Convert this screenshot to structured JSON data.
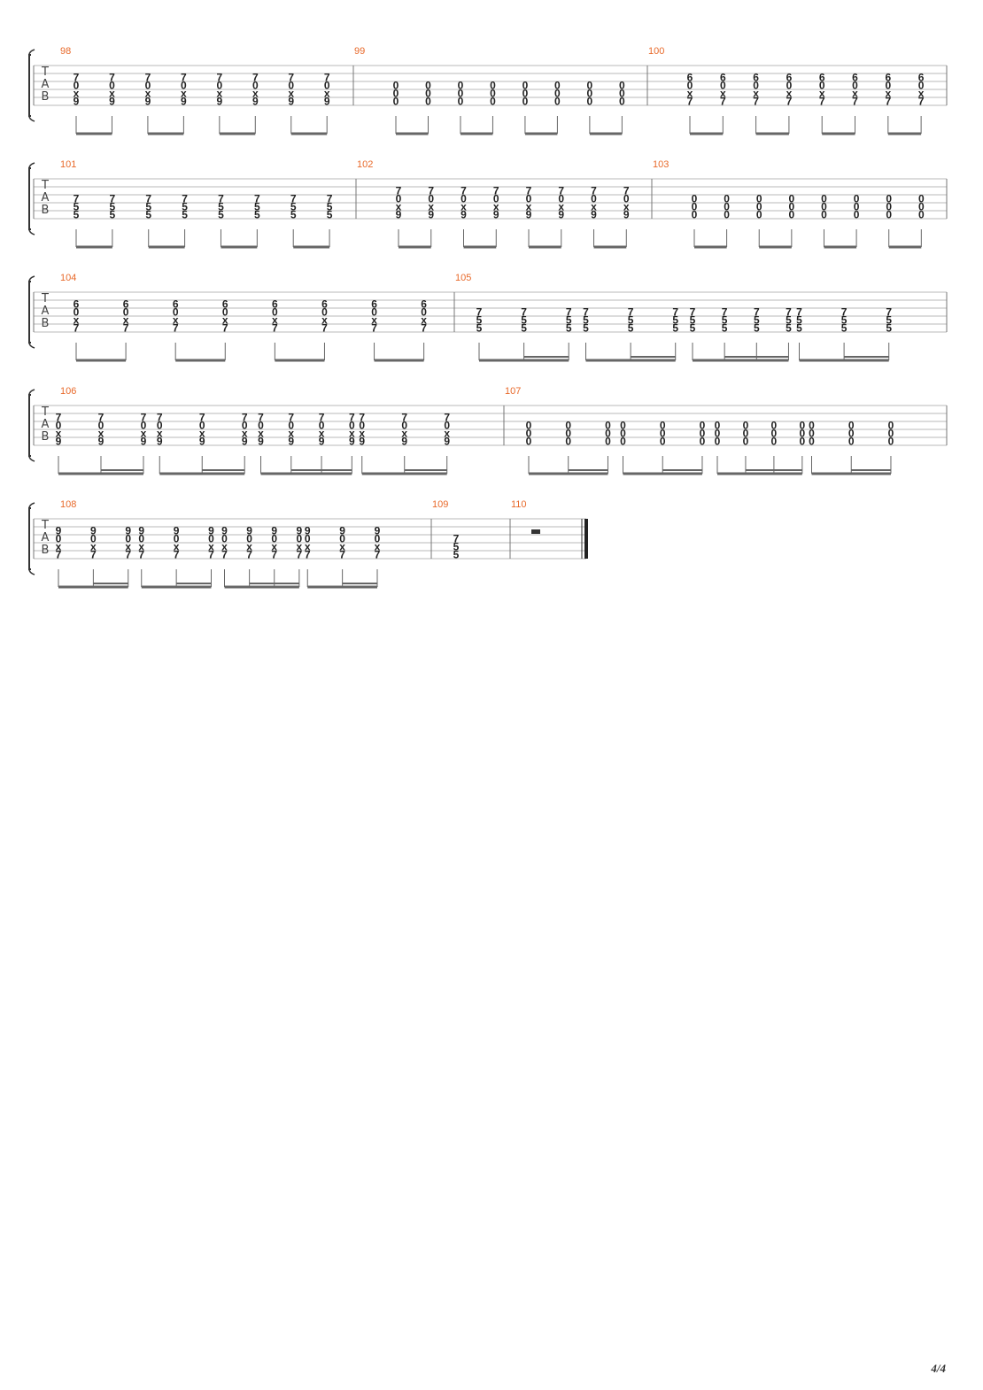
{
  "tab_clef": [
    "T",
    "A",
    "B"
  ],
  "page_number": "4/4",
  "colors": {
    "measure_number": "#e8692a",
    "staff_line": "#b8b8b8",
    "barline": "#777777",
    "beam": "#666666"
  },
  "systems": [
    {
      "measures": [
        {
          "number": "98",
          "pattern": "q",
          "chord": [
            "7",
            "0",
            "x",
            "9"
          ],
          "count": 8
        },
        {
          "number": "99",
          "pattern": "q",
          "chord": [
            "0",
            "0",
            "0"
          ],
          "count": 8
        },
        {
          "number": "100",
          "pattern": "q",
          "chord": [
            "6",
            "0",
            "x",
            "7"
          ],
          "count": 8
        }
      ]
    },
    {
      "measures": [
        {
          "number": "101",
          "pattern": "q",
          "chord": [
            "7",
            "5",
            "5"
          ],
          "count": 8
        },
        {
          "number": "102",
          "pattern": "q",
          "chord": [
            "7",
            "0",
            "x",
            "9"
          ],
          "count": 8
        },
        {
          "number": "103",
          "pattern": "q",
          "chord": [
            "0",
            "0",
            "0"
          ],
          "count": 8
        }
      ]
    },
    {
      "measures": [
        {
          "number": "104",
          "pattern": "q",
          "chord": [
            "6",
            "0",
            "x",
            "7"
          ],
          "count": 8
        },
        {
          "number": "105",
          "pattern": "s",
          "chord": [
            "7",
            "5",
            "5"
          ],
          "count": 14
        }
      ]
    },
    {
      "measures": [
        {
          "number": "106",
          "pattern": "s",
          "chord": [
            "7",
            "0",
            "x",
            "9"
          ],
          "count": 14
        },
        {
          "number": "107",
          "pattern": "s",
          "chord": [
            "0",
            "0",
            "0"
          ],
          "count": 14
        }
      ]
    },
    {
      "measures": [
        {
          "number": "108",
          "pattern": "s",
          "chord": [
            "9",
            "0",
            "x",
            "7"
          ],
          "count": 14
        },
        {
          "number": "109",
          "pattern": "one",
          "chord": [
            "7",
            "5",
            "5"
          ],
          "count": 1
        },
        {
          "number": "110",
          "pattern": "rest",
          "chord": [],
          "count": 0
        }
      ]
    }
  ]
}
